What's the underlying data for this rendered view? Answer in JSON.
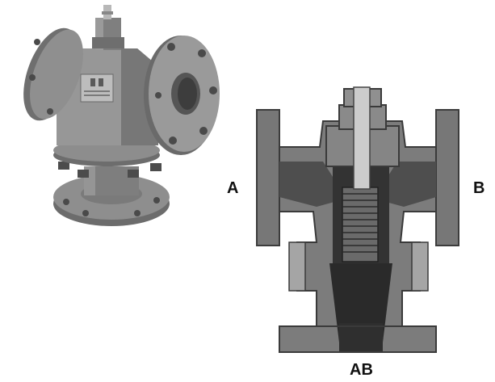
{
  "labels": {
    "port_a": "A",
    "port_b": "B",
    "port_ab": "AB"
  },
  "colors": {
    "body_fill": "#8a8a8a",
    "body_dark": "#5e5e5e",
    "body_light": "#a9a9a9",
    "section_fill": "#7a7a7a",
    "section_dark": "#3c3c3c",
    "bore_fill": "#2a2a2a",
    "stem_fill": "#c9c9c9",
    "background": "#ffffff",
    "label_color": "#111111"
  }
}
